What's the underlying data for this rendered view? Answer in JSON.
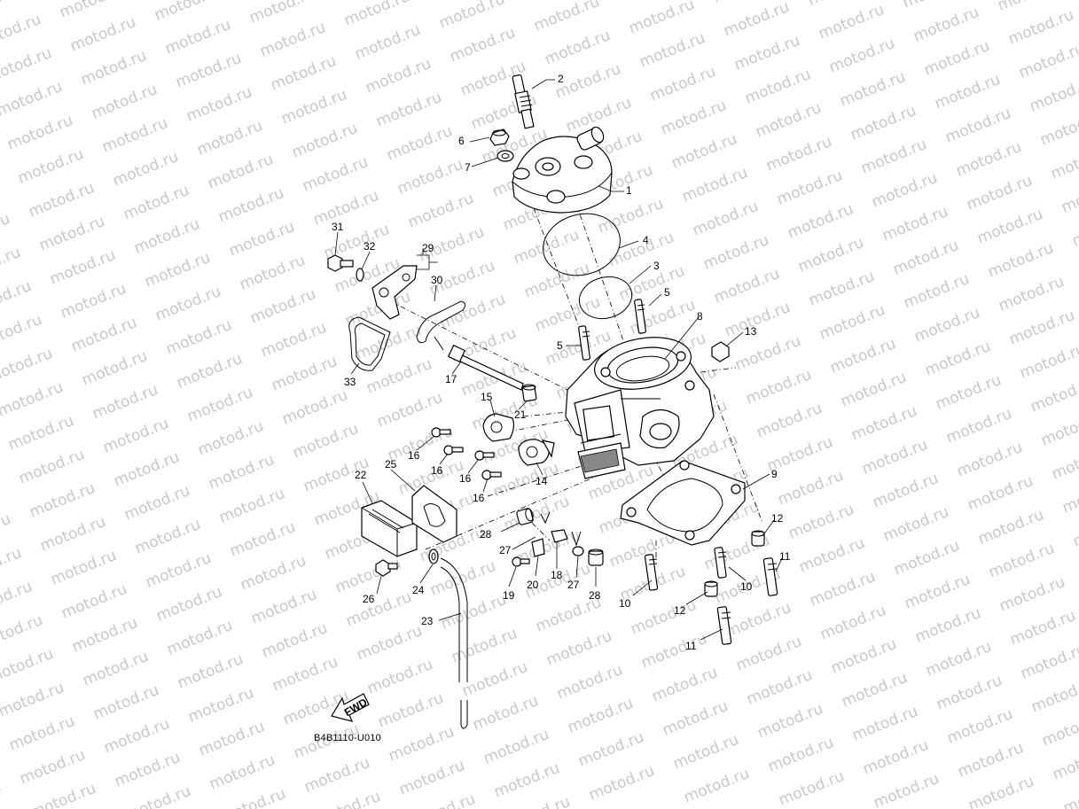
{
  "watermark_text": "motod.ru",
  "diagram_code": "B4B1110-U010",
  "fwd_label": "FWD",
  "callouts": {
    "p1": "1",
    "p2": "2",
    "p3": "3",
    "p4": "4",
    "p5a": "5",
    "p5b": "5",
    "p6": "6",
    "p7": "7",
    "p8": "8",
    "p9": "9",
    "p10a": "10",
    "p10b": "10",
    "p11a": "11",
    "p11b": "11",
    "p12a": "12",
    "p12b": "12",
    "p13": "13",
    "p14": "14",
    "p15": "15",
    "p16a": "16",
    "p16b": "16",
    "p16c": "16",
    "p16d": "16",
    "p17": "17",
    "p18": "18",
    "p19": "19",
    "p20": "20",
    "p21": "21",
    "p22": "22",
    "p23": "23",
    "p24": "24",
    "p25": "25",
    "p26": "26",
    "p27a": "27",
    "p27b": "27",
    "p28a": "28",
    "p28b": "28",
    "p29": "29",
    "p30": "30",
    "p31": "31",
    "p32": "32",
    "p33": "33"
  }
}
